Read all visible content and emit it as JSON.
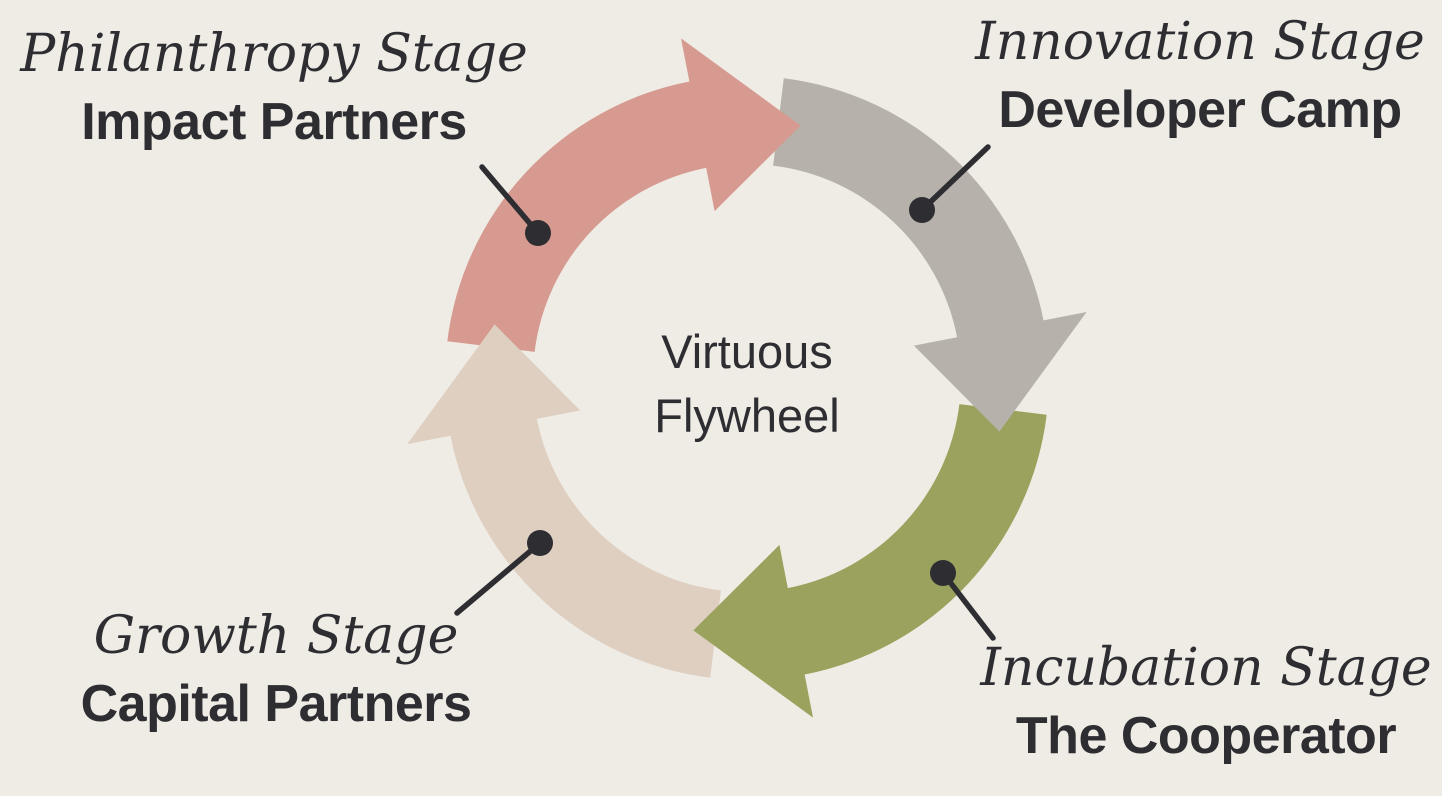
{
  "canvas": {
    "background_color": "#efece5",
    "text_color": "#2d2d32",
    "leader_line_color": "#2d2d32"
  },
  "center_label": {
    "line1": "Virtuous",
    "line2": "Flywheel"
  },
  "stages": [
    {
      "name": "Philanthropy Stage",
      "entity": "Impact Partners",
      "arrow_color": "#d69a90",
      "position": "top-left"
    },
    {
      "name": "Innovation Stage",
      "entity": "Developer Camp",
      "arrow_color": "#b7b1ab",
      "position": "top-right"
    },
    {
      "name": "Incubation Stage",
      "entity": "The Cooperator",
      "arrow_color": "#9aa25d",
      "position": "bottom-right"
    },
    {
      "name": "Growth Stage",
      "entity": "Capital Partners",
      "arrow_color": "#decfc0",
      "position": "bottom-left"
    }
  ]
}
